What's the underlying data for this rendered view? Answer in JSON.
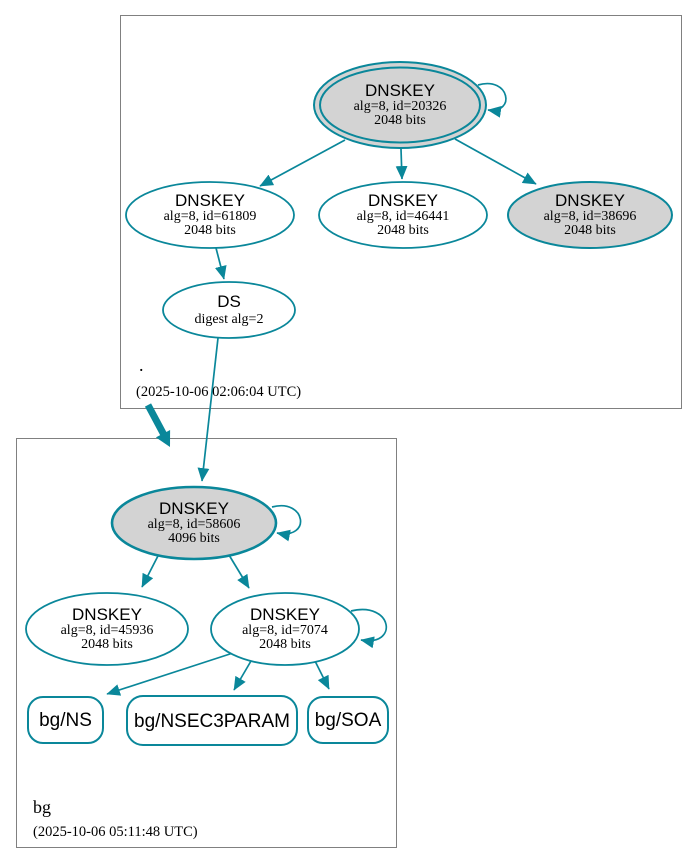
{
  "colors": {
    "secure_teal": "#0a879a",
    "sep_key_fill": "#d3d3d3",
    "node_fill": "#ffffff",
    "zone_box_border": "#808080",
    "text": "#000000"
  },
  "zones": [
    {
      "label": ".",
      "timestamp": "(2025-10-06 02:06:04 UTC)",
      "nodes": {
        "ksk_20326": {
          "title": "DNSKEY",
          "detail": "alg=8, id=20326",
          "bits": "2048 bits"
        },
        "zsk_61809": {
          "title": "DNSKEY",
          "detail": "alg=8, id=61809",
          "bits": "2048 bits"
        },
        "zsk_46441": {
          "title": "DNSKEY",
          "detail": "alg=8, id=46441",
          "bits": "2048 bits"
        },
        "key_38696": {
          "title": "DNSKEY",
          "detail": "alg=8, id=38696",
          "bits": "2048 bits"
        },
        "ds": {
          "title": "DS",
          "detail": "digest alg=2"
        }
      }
    },
    {
      "label": "bg",
      "timestamp": "(2025-10-06 05:11:48 UTC)",
      "nodes": {
        "ksk_58606": {
          "title": "DNSKEY",
          "detail": "alg=8, id=58606",
          "bits": "4096 bits"
        },
        "zsk_45936": {
          "title": "DNSKEY",
          "detail": "alg=8, id=45936",
          "bits": "2048 bits"
        },
        "zsk_7074": {
          "title": "DNSKEY",
          "detail": "alg=8, id=7074",
          "bits": "2048 bits"
        },
        "rrset_ns": {
          "label": "bg/NS"
        },
        "rrset_nsec3param": {
          "label": "bg/NSEC3PARAM"
        },
        "rrset_soa": {
          "label": "bg/SOA"
        }
      }
    }
  ]
}
